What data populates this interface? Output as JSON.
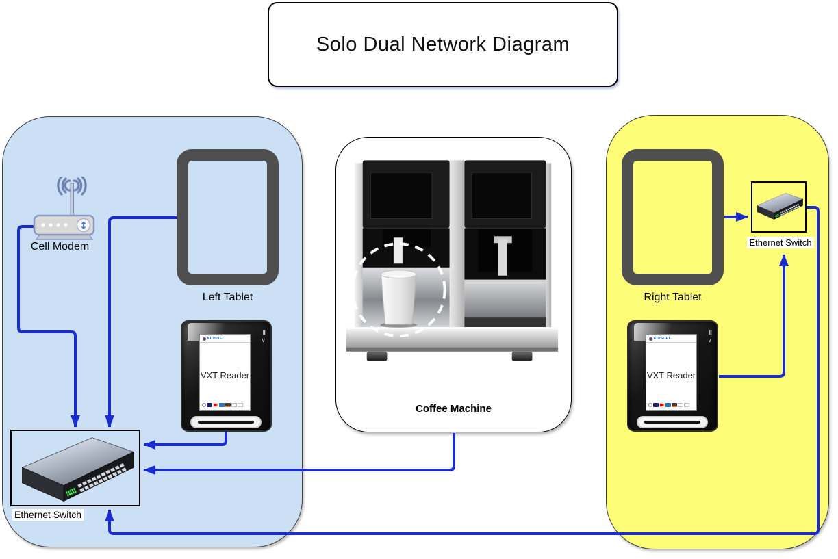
{
  "title": "Solo Dual Network Diagram",
  "colors": {
    "connector_blue": "#1a2bd0",
    "left_zone_fill": "#cce0f5",
    "right_zone_fill": "#fdfd77",
    "zone_border": "#3f3f3f",
    "tablet_frame": "#4f4f4f",
    "led_green": "#3ef04a"
  },
  "left_zone": {
    "cell_modem_label": "Cell Modem",
    "tablet_label": "Left Tablet",
    "switch_label": "Ethernet Switch"
  },
  "right_zone": {
    "tablet_label": "Right Tablet",
    "switch_label": "Ethernet Switch"
  },
  "center": {
    "coffee_machine_label": "Coffee Machine"
  },
  "vxt_reader": {
    "brand": "KIOSOFT",
    "screen_label": "VXT Reader",
    "pause_icon": "‖",
    "chevron_icon": "∨"
  },
  "cell_modem": {
    "updown_icon": "↕"
  }
}
